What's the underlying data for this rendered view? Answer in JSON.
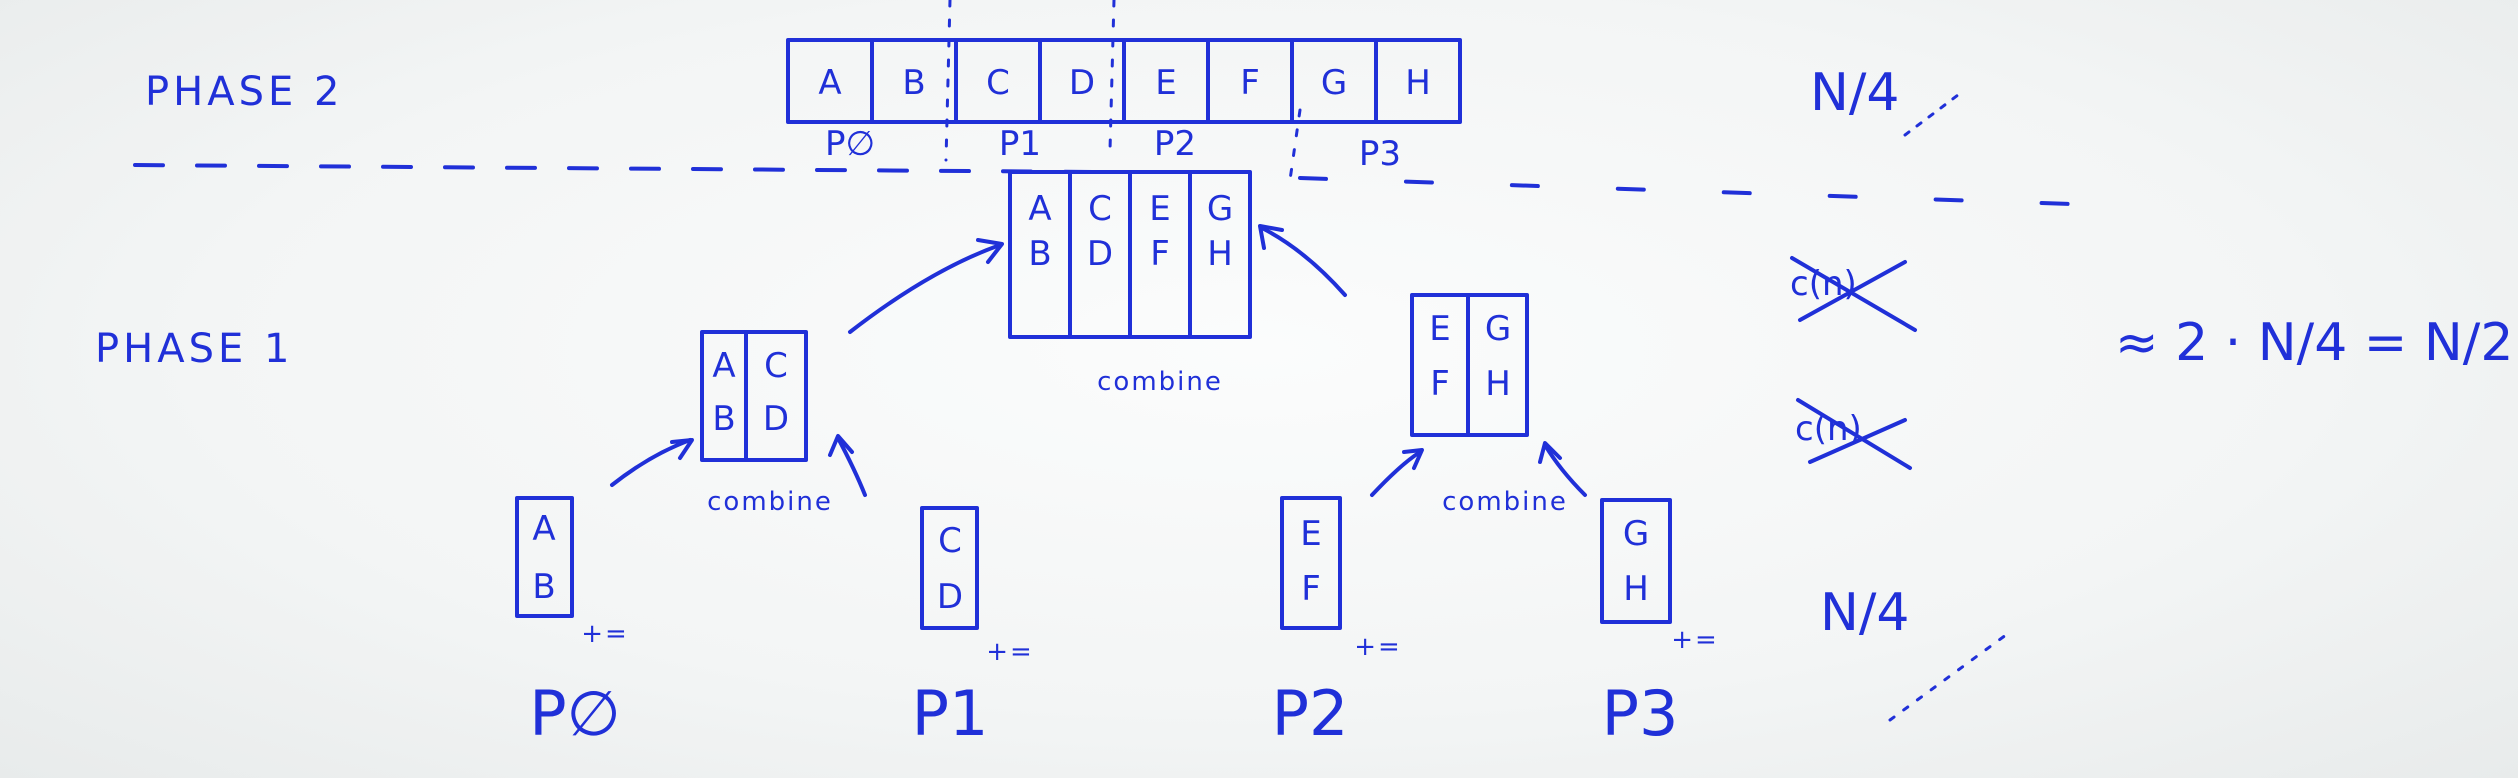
{
  "phase2_label": "PHASE 2",
  "phase1_label": "PHASE 1",
  "top_array": [
    "A",
    "B",
    "C",
    "D",
    "E",
    "F",
    "G",
    "H"
  ],
  "top_partition_labels": [
    "P∅",
    "P1",
    "P2",
    "P3"
  ],
  "mid_block": {
    "cols": [
      [
        "A",
        "B"
      ],
      [
        "C",
        "D"
      ],
      [
        "E",
        "F"
      ],
      [
        "G",
        "H"
      ]
    ],
    "label": "combine"
  },
  "left_block": {
    "cols": [
      [
        "A",
        "B"
      ],
      [
        "C",
        "D"
      ]
    ],
    "label": "combine"
  },
  "right_block": {
    "cols": [
      [
        "E",
        "F"
      ],
      [
        "G",
        "H"
      ]
    ],
    "label": "combine"
  },
  "leaves": [
    {
      "cells": [
        "A",
        "B"
      ],
      "op": "+=",
      "proc": "P∅"
    },
    {
      "cells": [
        "C",
        "D"
      ],
      "op": "+=",
      "proc": "P1"
    },
    {
      "cells": [
        "E",
        "F"
      ],
      "op": "+=",
      "proc": "P2"
    },
    {
      "cells": [
        "G",
        "H"
      ],
      "op": "+=",
      "proc": "P3"
    }
  ],
  "cost_labels": {
    "top": "N/4",
    "struck_1": "c(n)",
    "struck_2": "c(n)",
    "bottom": "N/4"
  },
  "total_expr": "≈ 2 · N/4 = N/2"
}
